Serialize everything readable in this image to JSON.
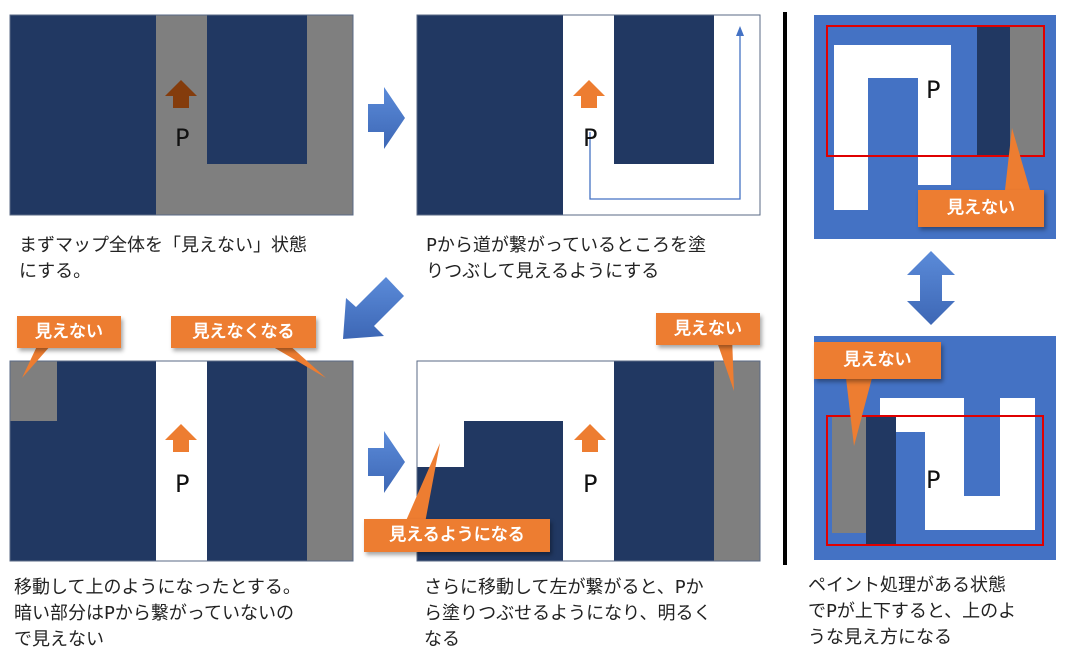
{
  "marker_letter": "P",
  "captions": {
    "step1": "まずマップ全体を「見えない」状態\nにする。",
    "step2": "Pから道が繋がっているところを塗\nりつぶして見えるようにする",
    "step3": "移動して上のようになったとする。\n暗い部分はPから繋がっていないの\nで見えない",
    "step4": "さらに移動して左が繋がると、Pか\nら塗りつぶせるようになり、明るく\nなる",
    "paint": "ペイント処理がある状態\nでPが上下すると、上のよ\nうな見え方になる"
  },
  "callouts": {
    "invisible": "見えない",
    "becomes_invisible": "見えなくなる",
    "becomes_visible": "見えるようになる"
  },
  "colors": {
    "wall": "#213862",
    "hidden": "#7F7F7F",
    "visible": "#FFFFFF",
    "brand_blue": "#4472C4",
    "orange": "#ED7D31",
    "dark_arrow": "#843C0C",
    "red": "#E00000"
  }
}
